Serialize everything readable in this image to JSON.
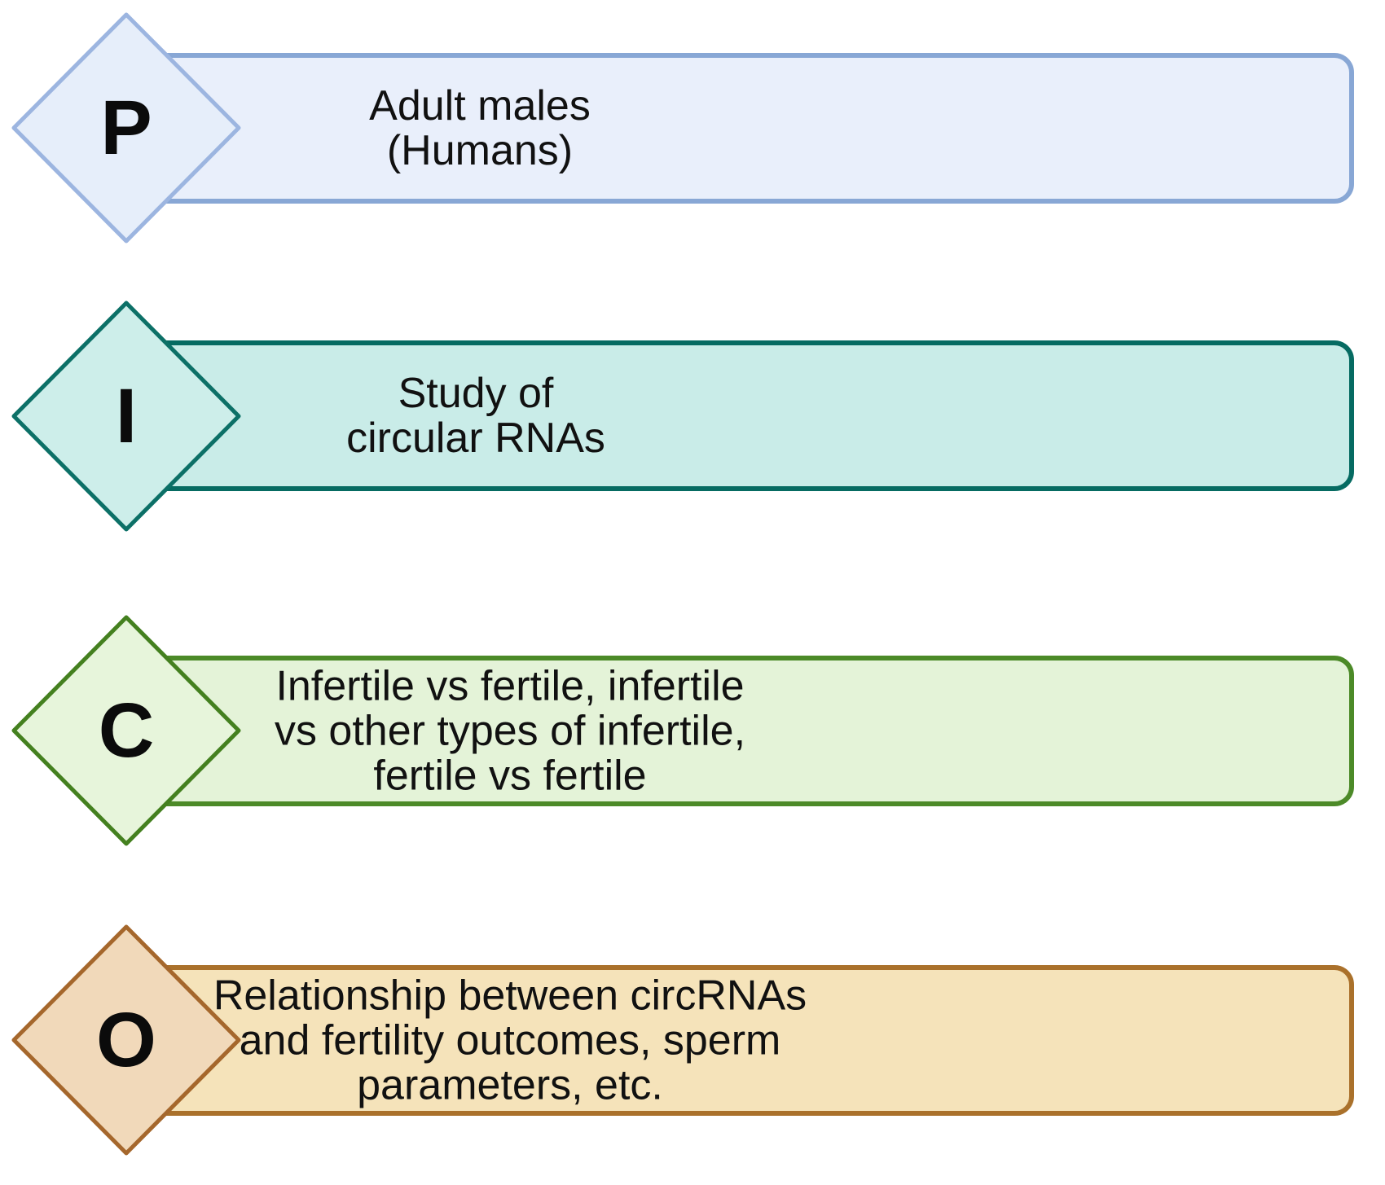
{
  "diagram": {
    "background": "#ffffff",
    "text_color": "#111111",
    "rows": [
      {
        "letter": "P",
        "lines": [
          "Adult males",
          "(Humans)"
        ],
        "bar_fill": "#e9effb",
        "bar_border": "#88a7d5",
        "diamond_fill": "#e6eefa",
        "diamond_border": "#9cb5e0"
      },
      {
        "letter": "I",
        "lines": [
          "Study of",
          "circular RNAs"
        ],
        "bar_fill": "#c9ece8",
        "bar_border": "#066b62",
        "diamond_fill": "#cdeeea",
        "diamond_border": "#0c7067"
      },
      {
        "letter": "C",
        "lines": [
          "Infertile vs fertile, infertile",
          "vs other types of infertile,",
          "fertile vs fertile"
        ],
        "bar_fill": "#e4f3d8",
        "bar_border": "#4c8a28",
        "diamond_fill": "#e7f5db",
        "diamond_border": "#44801f"
      },
      {
        "letter": "O",
        "lines": [
          "Relationship between circRNAs",
          "and fertility outcomes, sperm",
          "parameters, etc."
        ],
        "bar_fill": "#f5e3ba",
        "bar_border": "#aa712b",
        "diamond_fill": "#f1d9ba",
        "diamond_border": "#a5672c"
      }
    ]
  }
}
